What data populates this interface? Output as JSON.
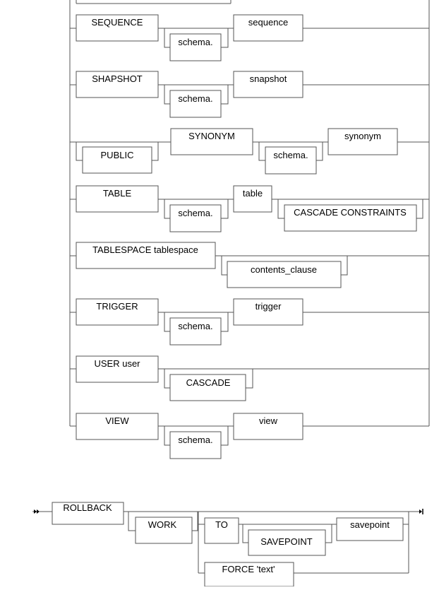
{
  "diagram_top": {
    "sequence_keyword": "SEQUENCE",
    "sequence_name": "sequence",
    "snapshot_keyword": "SHAPSHOT",
    "snapshot_name": "snapshot",
    "public_keyword": "PUBLIC",
    "synonym_keyword": "SYNONYM",
    "synonym_name": "synonym",
    "table_keyword": "TABLE",
    "table_name": "table",
    "cascade_constraints": "CASCADE CONSTRAINTS",
    "tablespace_keyword": "TABLESPACE tablespace",
    "contents_clause": "contents_clause",
    "trigger_keyword": "TRIGGER",
    "trigger_name": "trigger",
    "user_keyword": "USER user",
    "cascade": "CASCADE",
    "view_keyword": "VIEW",
    "view_name": "view",
    "schema": "schema."
  },
  "diagram_rollback": {
    "rollback": "ROLLBACK",
    "work": "WORK",
    "to": "TO",
    "savepoint_keyword": "SAVEPOINT",
    "savepoint_name": "savepoint",
    "force_text": "FORCE 'text'"
  }
}
